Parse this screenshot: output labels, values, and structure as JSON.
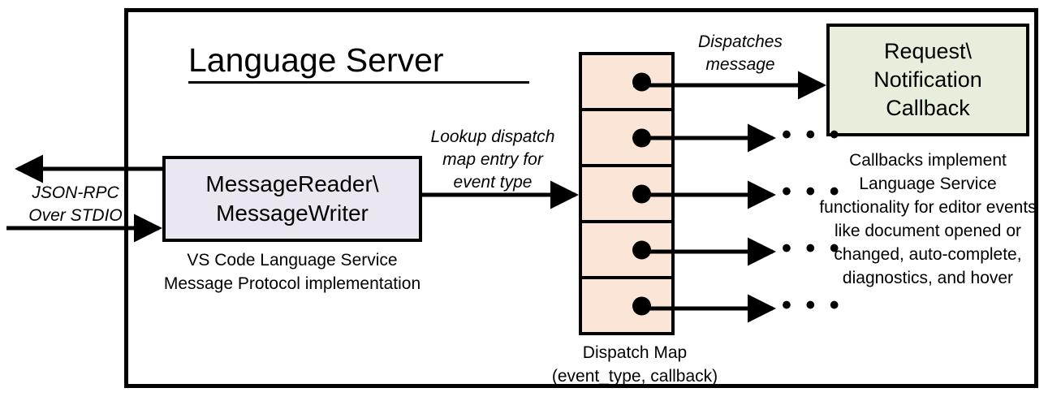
{
  "diagram": {
    "title": "Language Server",
    "boundary_label": "Language Server boundary"
  },
  "nodes": {
    "message_reader_writer": {
      "label": "MessageReader\\\nMessageWriter",
      "line1": "MessageReader\\",
      "line2": "MessageWriter",
      "fill": "#EAE7F1",
      "caption_line1": "VS Code Language Service",
      "caption_line2": "Message Protocol implementation"
    },
    "dispatch_map": {
      "caption_line1": "Dispatch Map",
      "caption_line2": "(event_type, callback)",
      "fill": "#FBE5D6",
      "row_count": 5,
      "rows": [
        {
          "entry": "callback-entry-1"
        },
        {
          "entry": "callback-entry-2"
        },
        {
          "entry": "callback-entry-3"
        },
        {
          "entry": "callback-entry-4"
        },
        {
          "entry": "callback-entry-5"
        }
      ]
    },
    "request_notification_callback": {
      "line1": "Request\\",
      "line2": "Notification",
      "line3": "Callback",
      "fill": "#E8EEDC",
      "description": "Callbacks implement Language Service functionality for editor events like document opened or changed, auto-complete, diagnostics, and hover"
    }
  },
  "edges": {
    "transport": {
      "label_line1": "JSON-RPC",
      "label_line2": "Over STDIO"
    },
    "lookup": {
      "label_line1": "Lookup dispatch",
      "label_line2": "map entry for",
      "label_line3": "event type"
    },
    "dispatch": {
      "label_line1": "Dispatches",
      "label_line2": "message"
    },
    "ellipsis": "• • •"
  },
  "colors": {
    "stroke": "#000000",
    "background": "#FFFFFF",
    "lavender": "#EAE7F1",
    "peach": "#FBE5D6",
    "green": "#E8EEDC"
  }
}
